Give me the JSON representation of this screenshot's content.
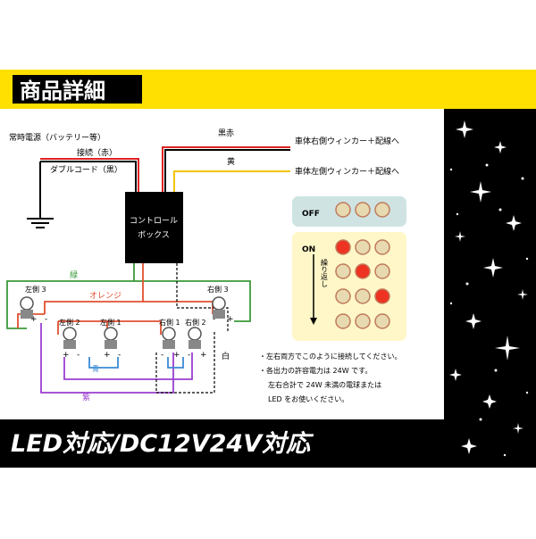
{
  "header": {
    "title": "商品詳細",
    "accent": "#ffe000"
  },
  "wiring": {
    "constant_power": "常時電源（バッテリー等）",
    "connect_red": "接続（赤）",
    "double_code": "ダブルコード（黒）",
    "black_red": "黒赤",
    "yellow": "黄",
    "right_winker": "車体右側ウィンカー＋配線へ",
    "left_winker": "車体左側ウィンカー＋配線へ",
    "control_box_line1": "コントロール",
    "control_box_line2": "ボックス",
    "green": "緑",
    "orange": "オレンジ",
    "blue": "青",
    "purple": "紫",
    "white": "白",
    "left3": "左側 3",
    "left2": "左側 2",
    "left1": "左側 1",
    "right1": "右側 1",
    "right2": "右側 2",
    "right3": "右側 3",
    "plus": "+",
    "minus": "-"
  },
  "indicator": {
    "off_label": "OFF",
    "on_label": "ON",
    "repeat_label": "繰り返し",
    "lamp_red": "#ee3322",
    "lamp_off": "#d9c89a",
    "panel_off_bg": "#cfe3e3",
    "panel_on_bg": "#fff7c8"
  },
  "notes": [
    "・左右両方でこのように接続してください。",
    "・各出力の許容電力は 24W です。",
    "左右合計で 24W 未満の電球または",
    "LED をお使いください。"
  ],
  "footer": {
    "text": "LED対応/DC12V24V対応"
  }
}
